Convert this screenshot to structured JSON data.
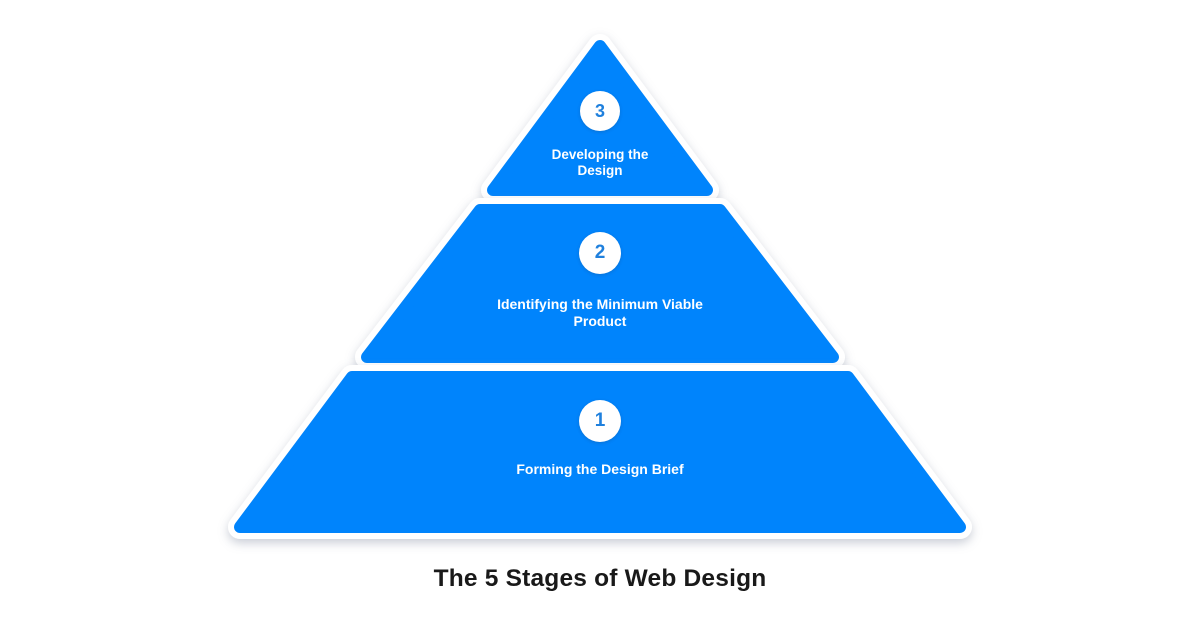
{
  "title": "The 5 Stages of Web Design",
  "colors": {
    "tier_blue": "#0584fc",
    "outline_white": "#ffffff",
    "badge_number_blue": "#1f80dd",
    "label_white": "#ffffff",
    "title_black": "#191919",
    "shadow_gray": "#8a93a6"
  },
  "tiers": [
    {
      "number": "3",
      "label": "Developing the Design"
    },
    {
      "number": "2",
      "label": "Identifying the Minimum Viable Product"
    },
    {
      "number": "1",
      "label": "Forming the Design Brief"
    }
  ]
}
